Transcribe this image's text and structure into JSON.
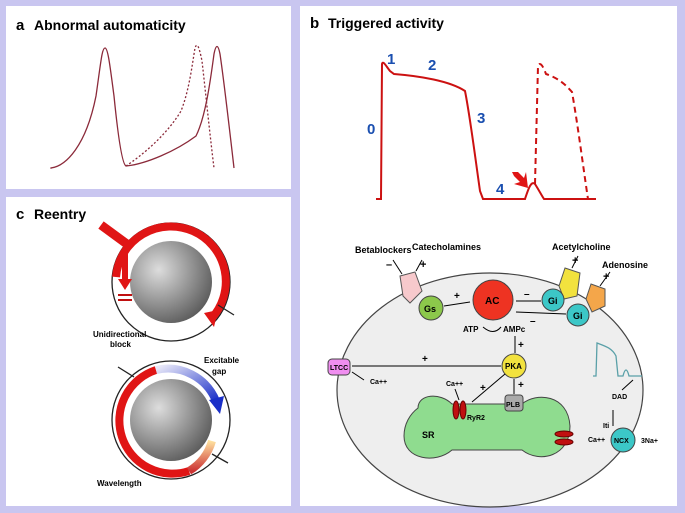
{
  "panel_a": {
    "letter": "a",
    "title": "Abnormal automaticity"
  },
  "panel_b": {
    "letter": "b",
    "title": "Triggered activity",
    "phases": [
      "0",
      "1",
      "2",
      "3",
      "4"
    ],
    "labels": {
      "betablockers": "Betablockers",
      "catecholamines": "Catecholamines",
      "acetylcholine": "Acetylcholine",
      "adenosine": "Adenosine",
      "gs": "Gs",
      "ac": "AC",
      "gi": "Gi",
      "atp": "ATP",
      "ampc": "AMPc",
      "pka": "PKA",
      "ltcc": "LTCC",
      "ca": "Ca++",
      "ryr2": "RyR2",
      "plb": "PLB",
      "sr": "SR",
      "ncx": "NCX",
      "na": "3Na+",
      "iti": "Iti",
      "dad": "DAD",
      "plus": "+",
      "minus": "–"
    }
  },
  "panel_c": {
    "letter": "c",
    "title": "Reentry",
    "unidirectional": [
      "Unidirectional",
      "block"
    ],
    "excitable": [
      "Excitable",
      "gap"
    ],
    "wavelength": "Wavelength"
  },
  "colors": {
    "background": "#c9c6f0",
    "trace_a": "#8b2a3a",
    "trace_b": "#cc1111",
    "phase_num": "#1a4fb0",
    "arrow_red": "#e01515",
    "ac": "#ee3322",
    "gs": "#8cc84b",
    "gi": "#3cc7c7",
    "ltcc": "#f08ef0",
    "sr": "#8fdc8f"
  }
}
